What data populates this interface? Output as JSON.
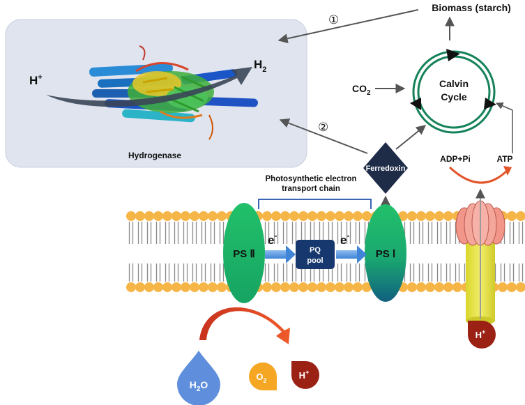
{
  "labels": {
    "biomass": "Biomass (starch)",
    "path1": "①",
    "path2": "②",
    "h_plus_left": "H",
    "h_plus_left_sup": "+",
    "h2": "H",
    "h2_sub": "2",
    "hydrogenase": "Hydrogenase",
    "co2": "CO",
    "co2_sub": "2",
    "calvin_line1": "Calvin",
    "calvin_line2": "Cycle",
    "ferredoxin": "Ferredoxin",
    "petc_line1": "Photosynthetic electron",
    "petc_line2": "transport chain",
    "adp_pi": "ADP+Pi",
    "atp": "ATP",
    "psii": "PS Ⅱ",
    "psi": "PS Ⅰ",
    "e_left": "e",
    "e_right": "e",
    "e_sup": "-",
    "pq_line1": "PQ",
    "pq_line2": "pool",
    "h2o": "H",
    "h2o_sub": "2",
    "h2o_o": "O",
    "o2": "O",
    "o2_sub": "2",
    "h_plus_bottom": "H",
    "h_plus_bottom_sup": "+",
    "h_plus_right": "H",
    "h_plus_right_sup": "+"
  },
  "colors": {
    "psii": "#1db36a",
    "psi": "#1a9a70",
    "pq_pool": "#17386e",
    "ferredoxin": "#1e2c48",
    "lipid_head": "#f6b547",
    "hydrogenase_bg": "#dfe4ef",
    "calvin_ring": "#16825a",
    "h2o_drop": "#5f8fdc",
    "o2_drop": "#f5a623",
    "h_plus_drop": "#9a2114",
    "atp_synthase_head": "#f2968a",
    "atp_synthase_stalk": "#e8e44a"
  }
}
